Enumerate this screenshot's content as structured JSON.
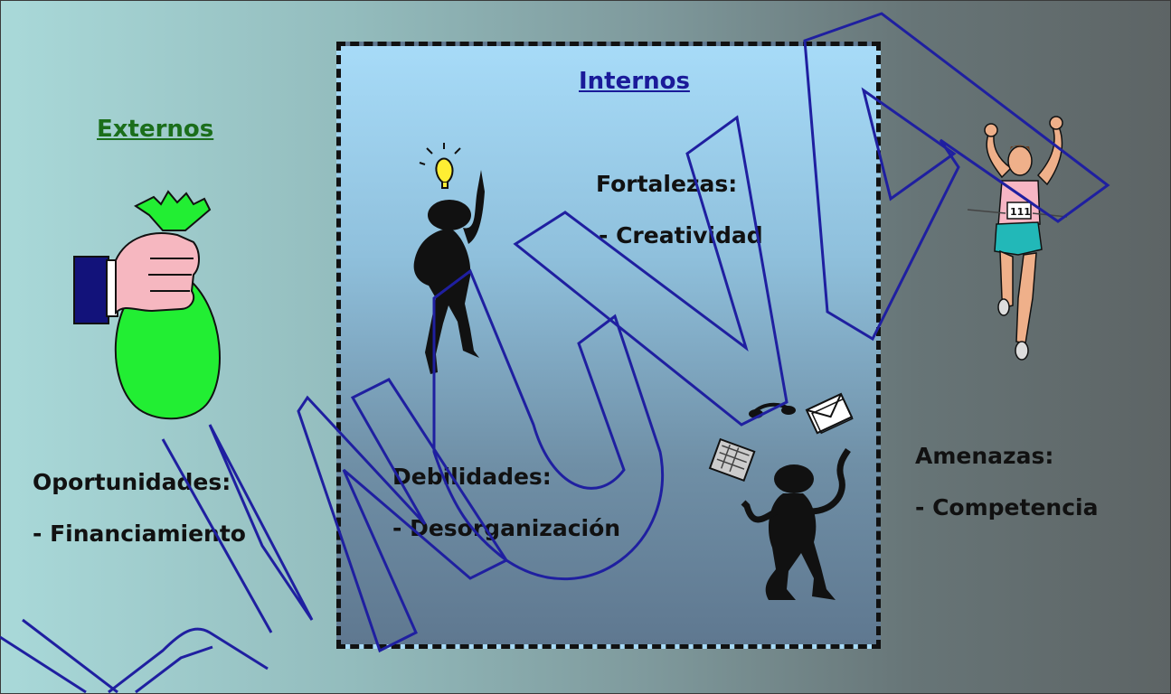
{
  "externos": {
    "heading": "Externos",
    "color": "#1b6e1b"
  },
  "internos": {
    "heading": "Internos",
    "color": "#1a1a99"
  },
  "fortalezas": {
    "title": "Fortalezas:",
    "item": "- Creatividad"
  },
  "oportunidades": {
    "title": "Oportunidades:",
    "item": "- Financiamiento"
  },
  "debilidades": {
    "title": "Debilidades:",
    "item": "- Desorganización"
  },
  "amenazas": {
    "title": "Amenazas:",
    "item": "- Competencia"
  },
  "icons": [
    "money-bag-icon",
    "lightbulb-thinker-icon",
    "juggler-icon",
    "runner-icon"
  ],
  "watermark": {
    "text": "UNUVA",
    "color": "#1f1fa0"
  }
}
